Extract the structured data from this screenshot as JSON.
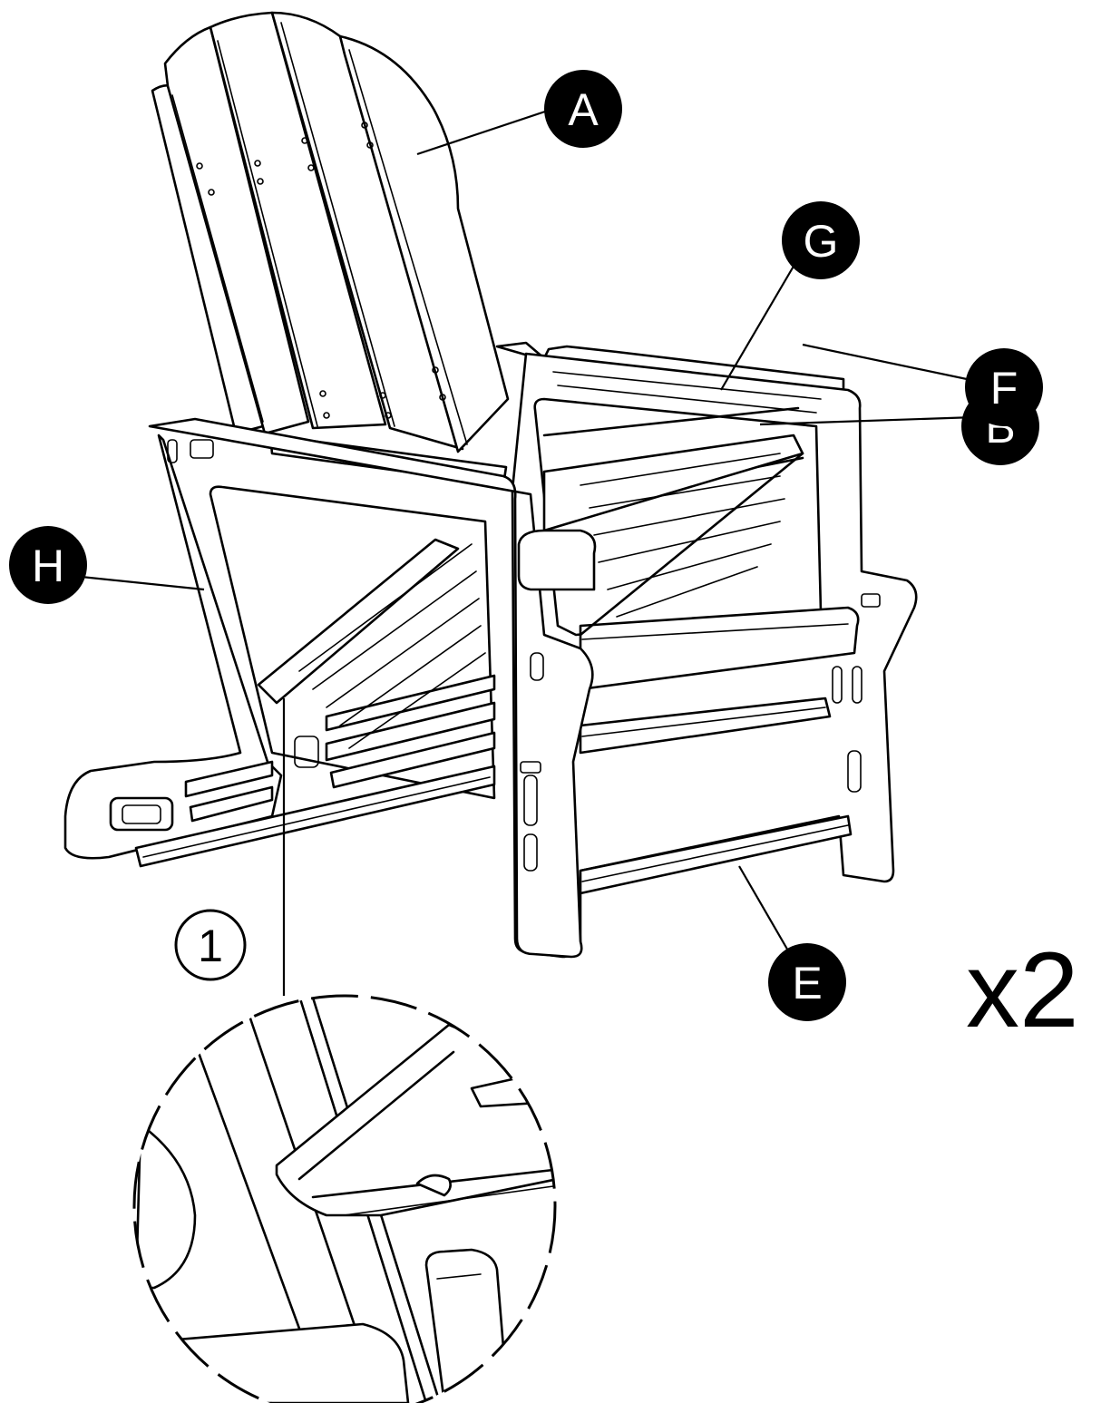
{
  "callouts": [
    {
      "label": "A",
      "color": "#000000"
    },
    {
      "label": "G",
      "color": "#000000"
    },
    {
      "label": "B",
      "color": "#000000"
    },
    {
      "label": "H",
      "color": "#000000"
    },
    {
      "label": "F",
      "color": "#000000"
    },
    {
      "label": "E",
      "color": "#000000"
    }
  ],
  "step": {
    "label": "1"
  },
  "quantity": {
    "label": "x2"
  },
  "icons": [
    "adirondack-chair-drawing",
    "detail-magnifier-circle"
  ]
}
